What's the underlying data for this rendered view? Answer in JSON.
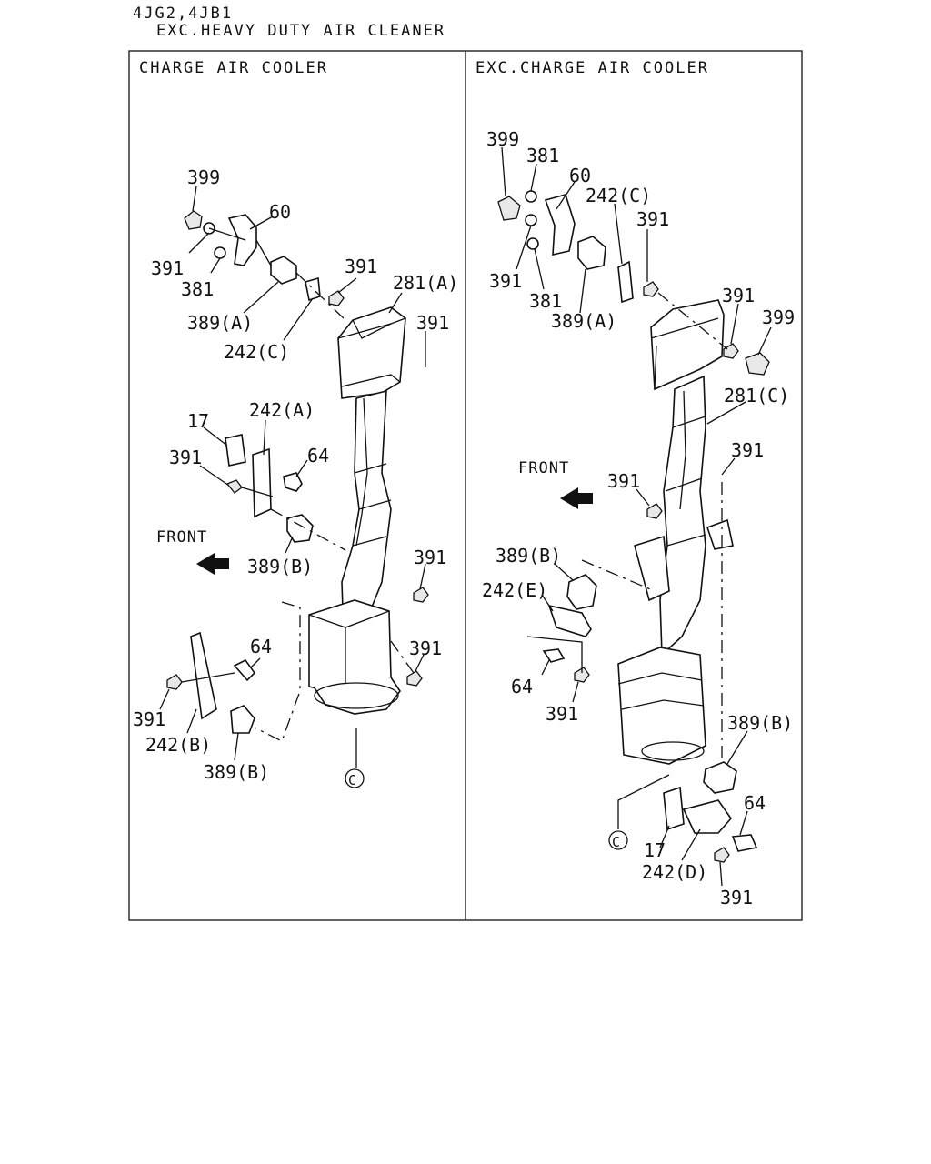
{
  "header": {
    "line1": "4JG2,4JB1",
    "line2": "EXC.HEAVY DUTY AIR CLEANER"
  },
  "panels": {
    "left": {
      "title": "CHARGE AIR COOLER"
    },
    "right": {
      "title": "EXC.CHARGE AIR COOLER"
    }
  },
  "left_labels": {
    "l399": "399",
    "l60": "60",
    "l391a": "391",
    "l381": "381",
    "l391b": "391",
    "l281a": "281(A)",
    "l391c": "391",
    "l389a": "389(A)",
    "l242c": "242(C)",
    "l17": "17",
    "l242a": "242(A)",
    "l391d": "391",
    "l64a": "64",
    "front": "FRONT",
    "l389b": "389(B)",
    "l391e": "391",
    "l64b": "64",
    "l391f": "391",
    "l391g": "391",
    "l242b": "242(B)",
    "l389b2": "389(B)",
    "circle_c": "C"
  },
  "right_labels": {
    "r399": "399",
    "r381": "381",
    "r60": "60",
    "r242c": "242(C)",
    "r391a": "391",
    "r391b": "391",
    "r381b": "381",
    "r389a": "389(A)",
    "r391c": "391",
    "r399b": "399",
    "r281c": "281(C)",
    "front": "FRONT",
    "r391d": "391",
    "r391e": "391",
    "r389b": "389(B)",
    "r242e": "242(E)",
    "r64": "64",
    "r391f": "391",
    "r389b2": "389(B)",
    "r64b": "64",
    "circle_c": "C",
    "r17": "17",
    "r242d": "242(D)",
    "r391g": "391"
  }
}
